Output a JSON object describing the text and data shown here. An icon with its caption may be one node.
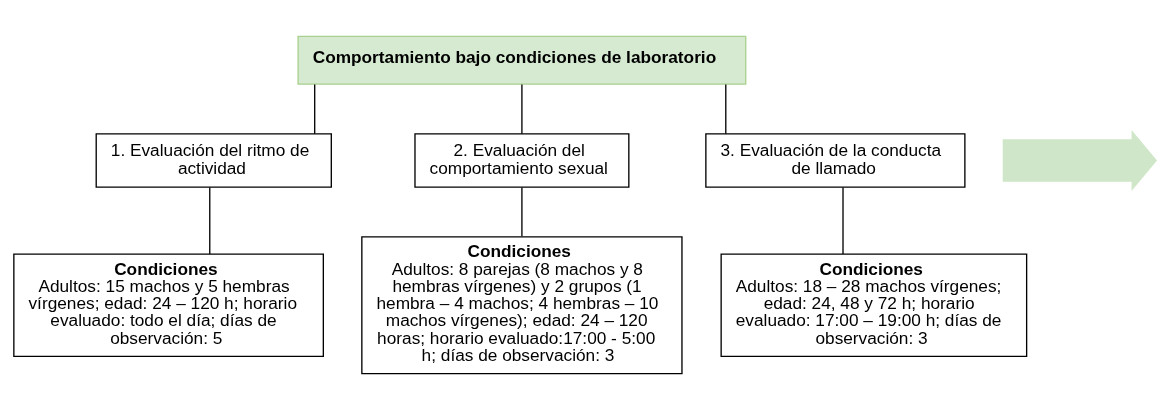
{
  "diagram": {
    "nodes": [
      {
        "text": [
          "Comportamiento bajo condiciones de laboratorio"
        ]
      },
      {
        "text": [],
        "shape": "arrow"
      },
      {
        "text": [
          "1. Evaluación del ritmo de actividad"
        ]
      },
      {
        "text": [
          "2. Evaluación del comportamiento sexual"
        ]
      },
      {
        "text": [
          "3. Evaluación de la conducta de llamado"
        ]
      },
      {
        "text": [
          "Condiciones",
          "Adultos: 15 machos y 5 hembras vírgenes; edad: 24 – 120 h; horario evaluado: todo el día; días de observación: 5"
        ]
      },
      {
        "text": [
          "Condiciones",
          "Adultos: 8 parejas (8 machos y 8 hembras vírgenes) y 2 grupos (1 hembra – 4 machos; 4 hembras – 10 machos vírgenes); edad: 24 – 120 horas; horario evaluado:17:00 - 5:00 h; días de observación: 3"
        ]
      },
      {
        "text": [
          "Condiciones",
          "Adultos: 18 – 28 machos vírgenes; edad: 24, 48 y 72 h; horario evaluado: 17:00 – 19:00 h; días de observación: 3"
        ]
      }
    ],
    "edges": [
      {
        "from": 0,
        "to": 2,
        "arrow": "none"
      },
      {
        "from": 0,
        "to": 3,
        "arrow": "none"
      },
      {
        "from": 0,
        "to": 4,
        "arrow": "none"
      },
      {
        "from": 2,
        "to": 5,
        "arrow": "none"
      },
      {
        "from": 3,
        "to": 6,
        "arrow": "none"
      },
      {
        "from": 4,
        "to": 7,
        "arrow": "none"
      }
    ]
  }
}
